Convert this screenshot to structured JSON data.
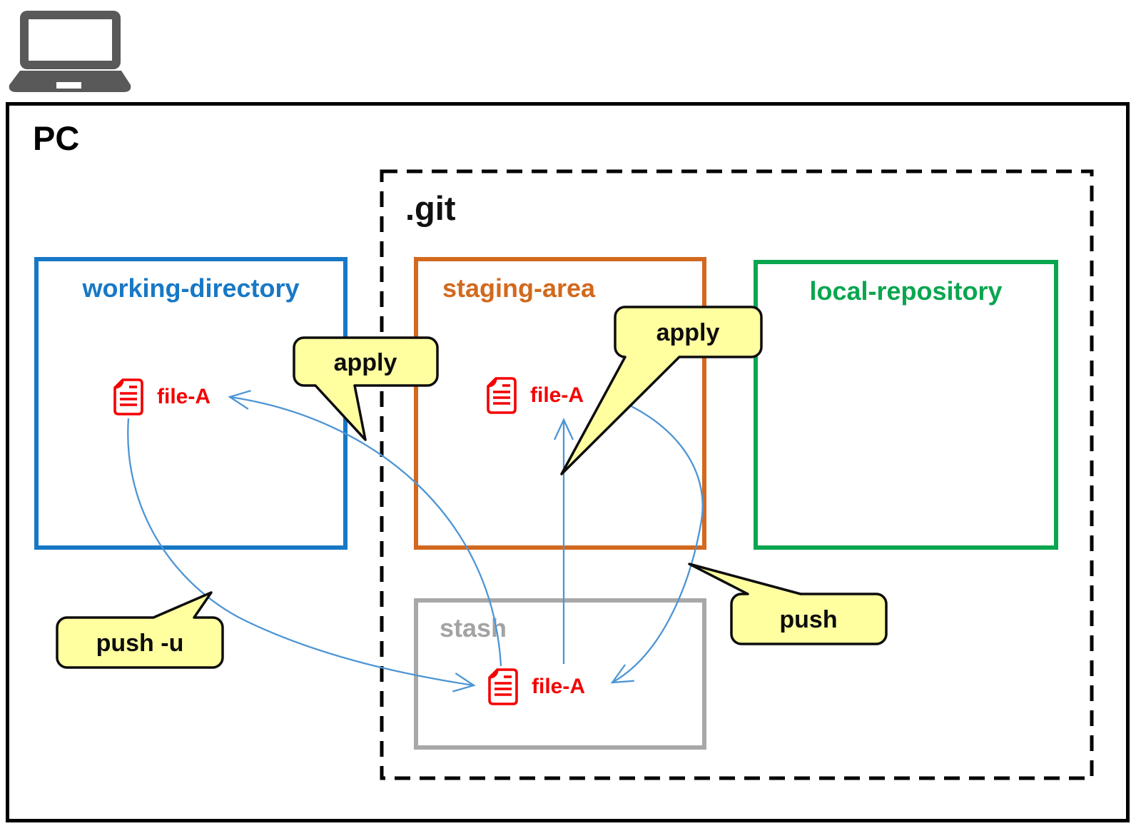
{
  "labels": {
    "pc": "PC",
    "git": ".git"
  },
  "boxes": {
    "working_directory": {
      "label": "working-directory",
      "border_color": "#1878C6"
    },
    "staging_area": {
      "label": "staging-area",
      "border_color": "#D2691E"
    },
    "local_repository": {
      "label": "local-repository",
      "border_color": "#0AA64F"
    },
    "stash": {
      "label": "stash",
      "border_color": "#A8A8A8"
    }
  },
  "files": {
    "working_directory_file": "file-A",
    "staging_area_file": "file-A",
    "stash_file": "file-A",
    "icon": "document-icon",
    "color": "#F40000"
  },
  "bubbles": {
    "apply_to_working": "apply",
    "apply_to_staging": "apply",
    "push_u": "push -u",
    "push": "push",
    "fill_color": "#FFFFA0"
  },
  "arrows": {
    "color": "#4D95D5",
    "items": [
      {
        "name": "stash-to-working-directory",
        "label": "apply"
      },
      {
        "name": "stash-to-staging-area",
        "label": "apply"
      },
      {
        "name": "working-directory-to-stash",
        "label": "push -u"
      },
      {
        "name": "staging-area-to-stash",
        "label": "push"
      }
    ]
  },
  "icons": {
    "top_left": "laptop-icon"
  }
}
